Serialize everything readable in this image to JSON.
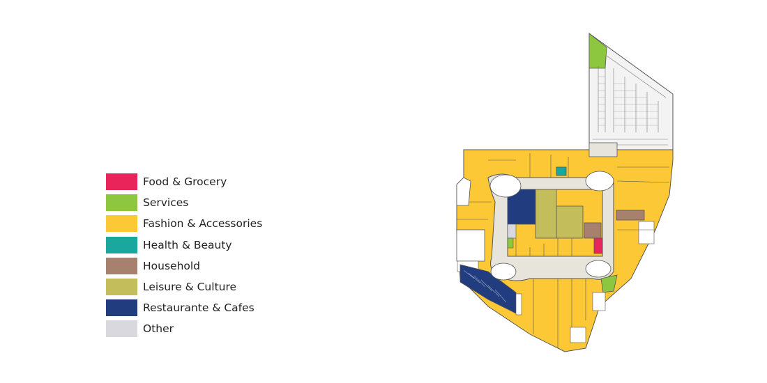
{
  "legend": {
    "items": [
      {
        "label": "Food & Grocery",
        "color": "#e8245a"
      },
      {
        "label": "Services",
        "color": "#8dc63f"
      },
      {
        "label": "Fashion & Accessories",
        "color": "#fcc836"
      },
      {
        "label": "Health & Beauty",
        "color": "#1aa79d"
      },
      {
        "label": "Household",
        "color": "#a8806e"
      },
      {
        "label": "Leisure & Culture",
        "color": "#c3bd5b"
      },
      {
        "label": "Restaurante & Cafes",
        "color": "#213d7f"
      },
      {
        "label": "Other",
        "color": "#d8d8de"
      }
    ]
  },
  "map": {
    "corridor_color": "#e7e4db",
    "parking_color": "#f3f3f3",
    "outline_color": "#555555"
  }
}
